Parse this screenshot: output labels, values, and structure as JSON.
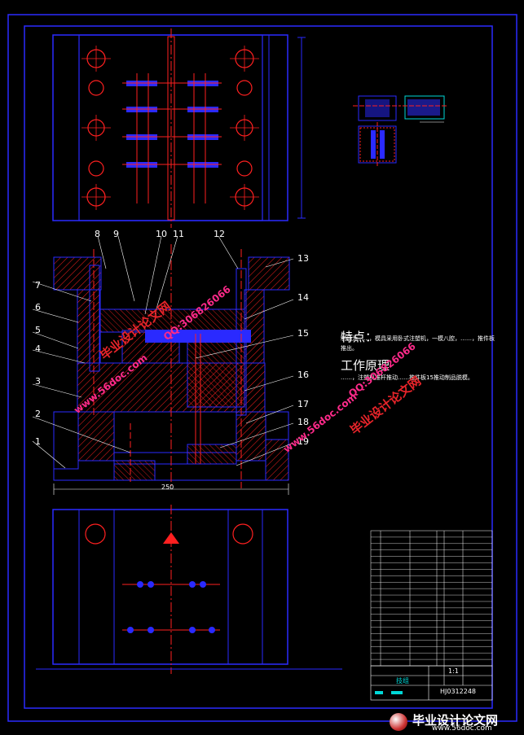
{
  "part_numbers": [
    "1",
    "2",
    "3",
    "4",
    "5",
    "6",
    "7",
    "8",
    "9",
    "10",
    "11",
    "12",
    "13",
    "14",
    "15",
    "16",
    "17",
    "18",
    "19"
  ],
  "dimension_width": "250",
  "notes": {
    "feature_title": "特点：",
    "feature_text": "制品为……，模具采用卧式注塑机，一模八腔，……，推件板推出。",
    "work_title": "工作原理",
    "work_text": "……，注塑机推杆推动……推件板15推动制品脱模。"
  },
  "title_block": {
    "title": "技组",
    "code": "HJ0312248",
    "scale": "1:1"
  },
  "watermarks": {
    "site_cn": "毕业设计论文网",
    "site_url": "www.56doc.com",
    "qq": "QQ:306826066"
  },
  "footer": {
    "brand": "毕业设计论文网",
    "url": "www.56doc.com"
  },
  "colors": {
    "background": "#000000",
    "frame": "#2a2aff",
    "centerline": "#ff2020",
    "hatch": "#ff2020",
    "text": "#ffffff",
    "accent_cyan": "#00d8d8"
  }
}
